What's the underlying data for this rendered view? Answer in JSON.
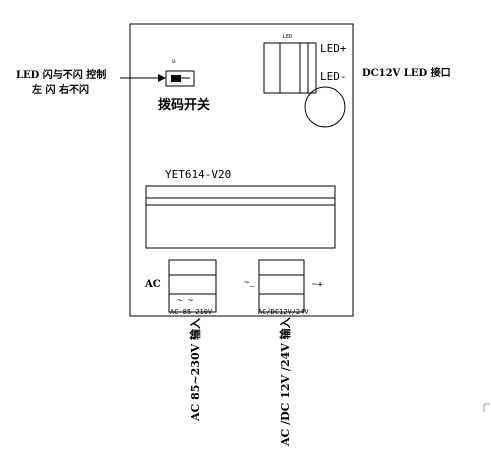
{
  "board": {
    "model": "YET614-V20",
    "dip_switch_label": "拨码开关",
    "dip_switch_small_mark": "ʋ",
    "led_connector_mark": "LED",
    "led_plus": "LED+",
    "led_minus": "LED-",
    "ac_input_label": "AC",
    "ac_terminal_text": "AC 85-210V",
    "ac_tilde_marks": "~   ~",
    "dc_minus_mark": "~_",
    "dc_plus_mark": "~+",
    "dc_terminal_text": "AC/DC12V/24V"
  },
  "callouts": {
    "led_blink_line1": "LED 闪与不闪 控制",
    "led_blink_line2": "左 闪   右不闪",
    "dc_led_interface": "DC12V LED 接口",
    "ac_input_vertical": "AC 85~230V 输入",
    "acdc_input_vertical": "AC /DC 12V /24V 输入"
  },
  "colors": {
    "line": "#000000",
    "background": "#ffffff"
  }
}
